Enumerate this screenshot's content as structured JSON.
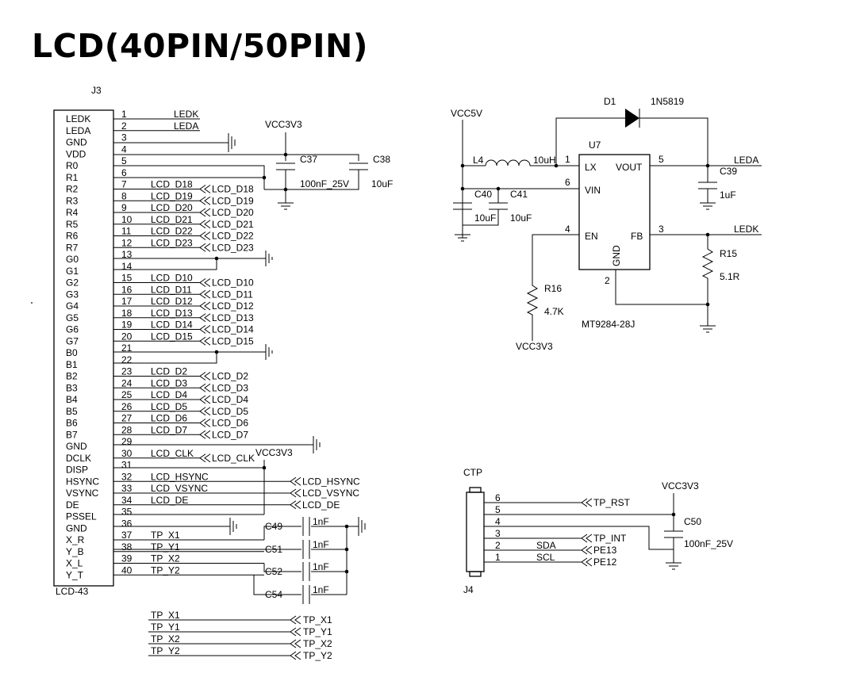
{
  "title": "LCD(40PIN/50PIN)",
  "j3": {
    "ref": "J3",
    "value": "LCD-43",
    "pins": [
      {
        "n": "1",
        "name": "LEDK",
        "net": "LEDK",
        "label": ""
      },
      {
        "n": "2",
        "name": "LEDA",
        "net": "LEDA",
        "label": ""
      },
      {
        "n": "3",
        "name": "GND",
        "net": "",
        "label": ""
      },
      {
        "n": "4",
        "name": "VDD",
        "net": "",
        "label": ""
      },
      {
        "n": "5",
        "name": "R0",
        "net": "",
        "label": ""
      },
      {
        "n": "6",
        "name": "R1",
        "net": "",
        "label": ""
      },
      {
        "n": "7",
        "name": "R2",
        "net": "LCD_D18",
        "label": "LCD_D18"
      },
      {
        "n": "8",
        "name": "R3",
        "net": "LCD_D19",
        "label": "LCD_D19"
      },
      {
        "n": "9",
        "name": "R4",
        "net": "LCD_D20",
        "label": "LCD_D20"
      },
      {
        "n": "10",
        "name": "R5",
        "net": "LCD_D21",
        "label": "LCD_D21"
      },
      {
        "n": "11",
        "name": "R6",
        "net": "LCD_D22",
        "label": "LCD_D22"
      },
      {
        "n": "12",
        "name": "R7",
        "net": "LCD_D23",
        "label": "LCD_D23"
      },
      {
        "n": "13",
        "name": "G0",
        "net": "",
        "label": ""
      },
      {
        "n": "14",
        "name": "G1",
        "net": "",
        "label": ""
      },
      {
        "n": "15",
        "name": "G2",
        "net": "LCD_D10",
        "label": "LCD_D10"
      },
      {
        "n": "16",
        "name": "G3",
        "net": "LCD_D11",
        "label": "LCD_D11"
      },
      {
        "n": "17",
        "name": "G4",
        "net": "LCD_D12",
        "label": "LCD_D12"
      },
      {
        "n": "18",
        "name": "G5",
        "net": "LCD_D13",
        "label": "LCD_D13"
      },
      {
        "n": "19",
        "name": "G6",
        "net": "LCD_D14",
        "label": "LCD_D14"
      },
      {
        "n": "20",
        "name": "G7",
        "net": "LCD_D15",
        "label": "LCD_D15"
      },
      {
        "n": "21",
        "name": "B0",
        "net": "",
        "label": ""
      },
      {
        "n": "22",
        "name": "B1",
        "net": "",
        "label": ""
      },
      {
        "n": "23",
        "name": "B2",
        "net": "LCD_D2",
        "label": "LCD_D2"
      },
      {
        "n": "24",
        "name": "B3",
        "net": "LCD_D3",
        "label": "LCD_D3"
      },
      {
        "n": "25",
        "name": "B4",
        "net": "LCD_D4",
        "label": "LCD_D4"
      },
      {
        "n": "26",
        "name": "B5",
        "net": "LCD_D5",
        "label": "LCD_D5"
      },
      {
        "n": "27",
        "name": "B6",
        "net": "LCD_D6",
        "label": "LCD_D6"
      },
      {
        "n": "28",
        "name": "B7",
        "net": "LCD_D7",
        "label": "LCD_D7"
      },
      {
        "n": "29",
        "name": "GND",
        "net": "",
        "label": ""
      },
      {
        "n": "30",
        "name": "DCLK",
        "net": "LCD_CLK",
        "label": "LCD_CLK"
      },
      {
        "n": "31",
        "name": "DISP",
        "net": "",
        "label": ""
      },
      {
        "n": "32",
        "name": "HSYNC",
        "net": "LCD_HSYNC",
        "label": "LCD_HSYNC"
      },
      {
        "n": "33",
        "name": "VSYNC",
        "net": "LCD_VSYNC",
        "label": "LCD_VSYNC"
      },
      {
        "n": "34",
        "name": "DE",
        "net": "LCD_DE",
        "label": "LCD_DE"
      },
      {
        "n": "35",
        "name": "PSSEL",
        "net": "",
        "label": ""
      },
      {
        "n": "36",
        "name": "GND",
        "net": "",
        "label": ""
      },
      {
        "n": "37",
        "name": "X_R",
        "net": "TP_X1",
        "label": ""
      },
      {
        "n": "38",
        "name": "Y_B",
        "net": "TP_Y1",
        "label": ""
      },
      {
        "n": "39",
        "name": "X_L",
        "net": "TP_X2",
        "label": ""
      },
      {
        "n": "40",
        "name": "Y_T",
        "net": "TP_Y2",
        "label": ""
      }
    ]
  },
  "lcd_power": {
    "rail": "VCC3V3",
    "c37": {
      "ref": "C37",
      "value": "100nF_25V"
    },
    "c38": {
      "ref": "C38",
      "value": "10uF"
    }
  },
  "touch_caps": {
    "rail": "VCC3V3",
    "caps": [
      {
        "ref": "C49",
        "value": "1nF"
      },
      {
        "ref": "C51",
        "value": "1nF"
      },
      {
        "ref": "C52",
        "value": "1nF"
      },
      {
        "ref": "C54",
        "value": "1nF"
      }
    ]
  },
  "tp_nets": [
    {
      "net": "TP_X1",
      "label": "TP_X1"
    },
    {
      "net": "TP_Y1",
      "label": "TP_Y1"
    },
    {
      "net": "TP_X2",
      "label": "TP_X2"
    },
    {
      "net": "TP_Y2",
      "label": "TP_Y2"
    }
  ],
  "backlight": {
    "vin_rail": "VCC5V",
    "d1": {
      "ref": "D1",
      "value": "1N5819"
    },
    "u7": {
      "ref": "U7",
      "value": "MT9284-28J",
      "pins": {
        "lx": "LX",
        "vout": "VOUT",
        "vin": "VIN",
        "en": "EN",
        "fb": "FB",
        "gnd": "GND"
      },
      "pin_numbers": {
        "lx": "1",
        "vout": "5",
        "vin": "6",
        "en": "4",
        "fb": "3",
        "gnd": "2"
      }
    },
    "l4": {
      "ref": "L4",
      "value": "10uH"
    },
    "c40": {
      "ref": "C40",
      "value": "10uF"
    },
    "c41": {
      "ref": "C41",
      "value": "10uF"
    },
    "c39": {
      "ref": "C39",
      "value": "1uF"
    },
    "r15": {
      "ref": "R15",
      "value": "5.1R"
    },
    "r16": {
      "ref": "R16",
      "value": "4.7K"
    },
    "en_pullup_rail": "VCC3V3",
    "out_net": "LEDA",
    "fb_net": "LEDK"
  },
  "j4": {
    "title": "CTP",
    "ref": "J4",
    "rail": "VCC3V3",
    "c50": {
      "ref": "C50",
      "value": "100nF_25V"
    },
    "pins": [
      {
        "n": "6",
        "net": "",
        "label": "TP_RST"
      },
      {
        "n": "5",
        "net": "",
        "label": ""
      },
      {
        "n": "4",
        "net": "",
        "label": ""
      },
      {
        "n": "3",
        "net": "",
        "label": "TP_INT"
      },
      {
        "n": "2",
        "net": "SDA",
        "label": "PE13"
      },
      {
        "n": "1",
        "net": "SCL",
        "label": "PE12"
      }
    ]
  }
}
